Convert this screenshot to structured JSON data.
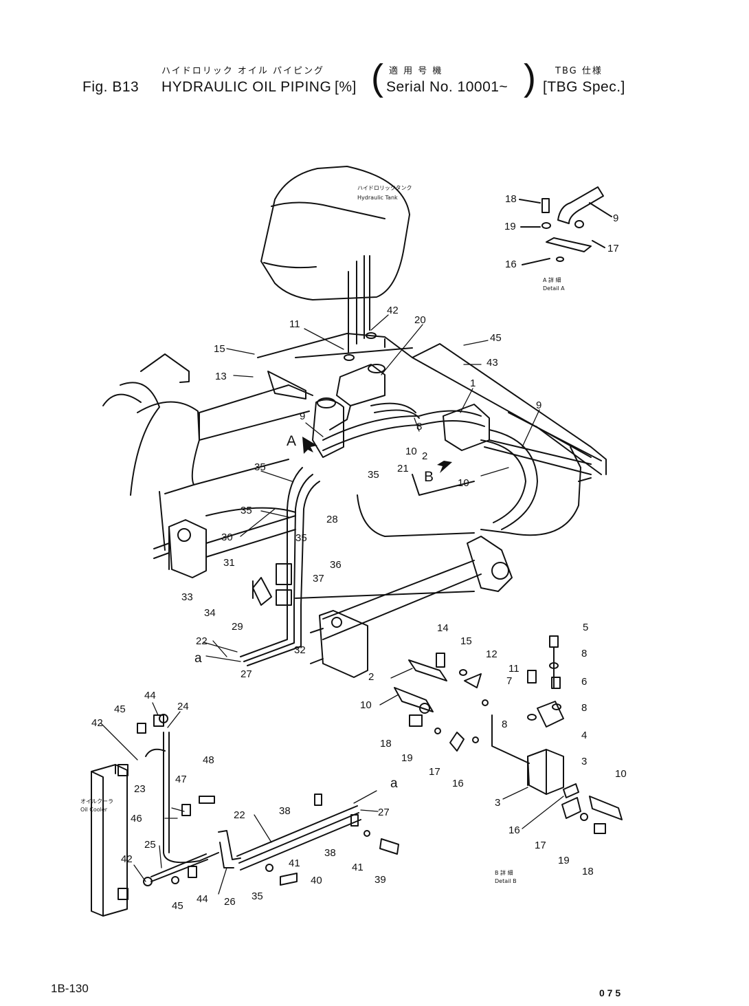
{
  "header": {
    "jp_title": "ハイドロリック オイル パイピング",
    "jp_serial": "適 用 号 機",
    "jp_spec": "TBG 仕様",
    "fig": "Fig. B13",
    "title": "HYDRAULIC OIL PIPING",
    "part": "[%]",
    "serial": "Serial No. 10001~",
    "spec": "[TBG Spec.]"
  },
  "labels": {
    "hydraulic_tank_jp": "ハイドロリックタンク",
    "hydraulic_tank": "Hydraulic Tank",
    "oil_cooler_jp": "オイルクーラ",
    "oil_cooler": "Oil Cooler",
    "detail_a_jp": "A 詳 細",
    "detail_a": "Detail A",
    "detail_b_jp": "B 詳 細",
    "detail_b": "Detail B",
    "view_a": "A",
    "view_b": "B",
    "ref_a1": "a",
    "ref_a2": "a"
  },
  "callouts": {
    "c42a": "42",
    "c20": "20",
    "c11a": "11",
    "c45a": "45",
    "c15a": "15",
    "c43": "43",
    "c13": "13",
    "c9a": "9",
    "c1": "1",
    "c9b": "9",
    "c8a": "8",
    "c10a": "10",
    "c2a": "2",
    "c21": "21",
    "c35a": "35",
    "c10b": "10",
    "c35b": "35",
    "c35c": "35",
    "c28": "28",
    "c35d": "35",
    "c30": "30",
    "c31": "31",
    "c36": "36",
    "c37": "37",
    "c33": "33",
    "c34": "34",
    "c29": "29",
    "c32": "32",
    "c22a": "22",
    "c27a": "27",
    "c18a": "18",
    "c19a": "19",
    "c9c": "9",
    "c17a": "17",
    "c16a": "16",
    "c14": "14",
    "c15b": "15",
    "c12": "12",
    "c11b": "11",
    "c5": "5",
    "c8b": "8",
    "c6": "6",
    "c7": "7",
    "c8c": "8",
    "c8d": "8",
    "c4": "4",
    "c2b": "2",
    "c10c": "10",
    "c18b": "18",
    "c19b": "19",
    "c17b": "17",
    "c16b": "16",
    "c3a": "3",
    "c3b": "3",
    "c16c": "16",
    "c17c": "17",
    "c19c": "19",
    "c18c": "18",
    "c10d": "10",
    "c44a": "44",
    "c45b": "45",
    "c24": "24",
    "c42b": "42",
    "c23": "23",
    "c48": "48",
    "c47": "47",
    "c46": "46",
    "c38a": "38",
    "c27b": "27",
    "c22b": "22",
    "c38b": "38",
    "c41a": "41",
    "c41b": "41",
    "c40": "40",
    "c39": "39",
    "c25": "25",
    "c42c": "42",
    "c45c": "45",
    "c44b": "44",
    "c26": "26",
    "c35e": "35"
  },
  "footer": {
    "page_ref": "1B-130",
    "code": "0 7 5"
  }
}
